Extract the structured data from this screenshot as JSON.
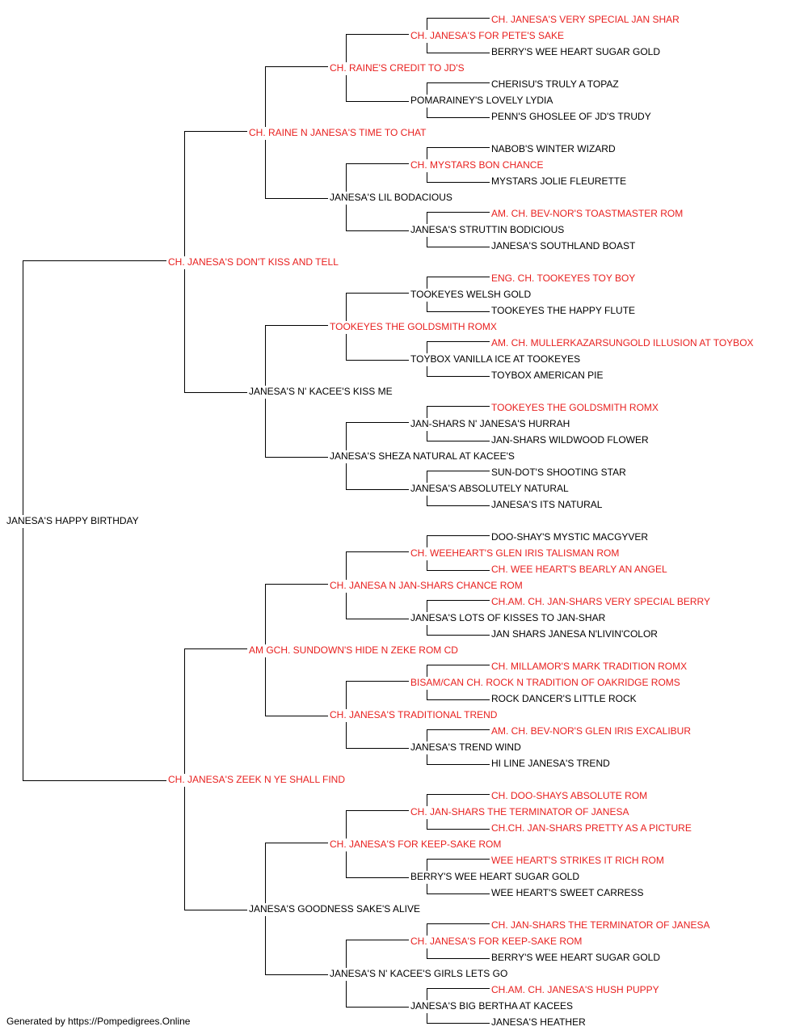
{
  "colors": {
    "champion": "#e8201f",
    "normal": "#000000",
    "line": "#000000"
  },
  "footer": "Generated by https://Pompedigrees.Online",
  "pedigree": {
    "name": "JANESA'S HAPPY BIRTHDAY",
    "ch": false,
    "sire": {
      "name": "CH. JANESA'S DON'T KISS AND TELL",
      "ch": true,
      "sire": {
        "name": "CH. RAINE N JANESA'S TIME TO CHAT",
        "ch": true,
        "sire": {
          "name": "CH. RAINE'S CREDIT TO JD'S",
          "ch": true,
          "sire": {
            "name": "CH. JANESA'S FOR PETE'S SAKE",
            "ch": true,
            "sire": {
              "name": "CH. JANESA'S VERY SPECIAL JAN SHAR",
              "ch": true
            },
            "dam": {
              "name": "BERRY'S WEE HEART SUGAR GOLD",
              "ch": false
            }
          },
          "dam": {
            "name": "POMARAINEY'S LOVELY LYDIA",
            "ch": false,
            "sire": {
              "name": "CHERISU'S TRULY A TOPAZ",
              "ch": false
            },
            "dam": {
              "name": "PENN'S GHOSLEE OF JD'S TRUDY",
              "ch": false
            }
          }
        },
        "dam": {
          "name": "JANESA'S LIL BODACIOUS",
          "ch": false,
          "sire": {
            "name": "CH. MYSTARS BON CHANCE",
            "ch": true,
            "sire": {
              "name": "NABOB'S WINTER WIZARD",
              "ch": false
            },
            "dam": {
              "name": "MYSTARS JOLIE FLEURETTE",
              "ch": false
            }
          },
          "dam": {
            "name": "JANESA'S STRUTTIN BODICIOUS",
            "ch": false,
            "sire": {
              "name": "AM. CH. BEV-NOR'S TOASTMASTER ROM",
              "ch": true
            },
            "dam": {
              "name": "JANESA'S SOUTHLAND BOAST",
              "ch": false
            }
          }
        }
      },
      "dam": {
        "name": "JANESA'S N' KACEE'S KISS ME",
        "ch": false,
        "sire": {
          "name": "TOOKEYES THE GOLDSMITH ROMX",
          "ch": true,
          "sire": {
            "name": "TOOKEYES WELSH GOLD",
            "ch": false,
            "sire": {
              "name": "ENG. CH. TOOKEYES TOY BOY",
              "ch": true
            },
            "dam": {
              "name": "TOOKEYES THE HAPPY FLUTE",
              "ch": false
            }
          },
          "dam": {
            "name": "TOYBOX VANILLA ICE AT TOOKEYES",
            "ch": false,
            "sire": {
              "name": "AM. CH. MULLERKAZARSUNGOLD ILLUSION AT TOYBOX",
              "ch": true
            },
            "dam": {
              "name": "TOYBOX AMERICAN PIE",
              "ch": false
            }
          }
        },
        "dam": {
          "name": "JANESA'S SHEZA NATURAL AT KACEE'S",
          "ch": false,
          "sire": {
            "name": "JAN-SHARS N' JANESA'S HURRAH",
            "ch": false,
            "sire": {
              "name": "TOOKEYES THE GOLDSMITH ROMX",
              "ch": true
            },
            "dam": {
              "name": "JAN-SHARS WILDWOOD FLOWER",
              "ch": false
            }
          },
          "dam": {
            "name": "JANESA'S ABSOLUTELY NATURAL",
            "ch": false,
            "sire": {
              "name": "SUN-DOT'S SHOOTING STAR",
              "ch": false
            },
            "dam": {
              "name": "JANESA'S ITS NATURAL",
              "ch": false
            }
          }
        }
      }
    },
    "dam": {
      "name": "CH. JANESA'S ZEEK N YE SHALL FIND",
      "ch": true,
      "sire": {
        "name": "AM GCH. SUNDOWN'S HIDE N ZEKE ROM CD",
        "ch": true,
        "sire": {
          "name": "CH. JANESA N JAN-SHARS CHANCE ROM",
          "ch": true,
          "sire": {
            "name": "CH. WEEHEART'S GLEN IRIS TALISMAN ROM",
            "ch": true,
            "sire": {
              "name": "DOO-SHAY'S MYSTIC MACGYVER",
              "ch": false
            },
            "dam": {
              "name": "CH. WEE HEART'S BEARLY AN ANGEL",
              "ch": true
            }
          },
          "dam": {
            "name": "JANESA'S LOTS OF KISSES TO JAN-SHAR",
            "ch": false,
            "sire": {
              "name": "CH.AM. CH. JAN-SHARS VERY SPECIAL BERRY",
              "ch": true
            },
            "dam": {
              "name": "JAN SHARS JANESA N'LIVIN'COLOR",
              "ch": false
            }
          }
        },
        "dam": {
          "name": "CH. JANESA'S TRADITIONAL TREND",
          "ch": true,
          "sire": {
            "name": "BISAM/CAN CH. ROCK N TRADITION OF OAKRIDGE ROMS",
            "ch": true,
            "sire": {
              "name": "CH. MILLAMOR'S MARK TRADITION ROMX",
              "ch": true
            },
            "dam": {
              "name": "ROCK DANCER'S LITTLE ROCK",
              "ch": false
            }
          },
          "dam": {
            "name": "JANESA'S TREND WIND",
            "ch": false,
            "sire": {
              "name": "AM. CH. BEV-NOR'S GLEN IRIS EXCALIBUR",
              "ch": true
            },
            "dam": {
              "name": "HI LINE JANESA'S TREND",
              "ch": false
            }
          }
        }
      },
      "dam": {
        "name": "JANESA'S GOODNESS SAKE'S ALIVE",
        "ch": false,
        "sire": {
          "name": "CH. JANESA'S FOR KEEP-SAKE ROM",
          "ch": true,
          "sire": {
            "name": "CH. JAN-SHARS THE TERMINATOR OF JANESA",
            "ch": true,
            "sire": {
              "name": "CH. DOO-SHAYS ABSOLUTE ROM",
              "ch": true
            },
            "dam": {
              "name": "CH.CH. JAN-SHARS PRETTY AS A PICTURE",
              "ch": true
            }
          },
          "dam": {
            "name": "BERRY'S WEE HEART SUGAR GOLD",
            "ch": false,
            "sire": {
              "name": "WEE HEART'S STRIKES IT RICH ROM",
              "ch": true
            },
            "dam": {
              "name": "WEE HEART'S SWEET CARRESS",
              "ch": false
            }
          }
        },
        "dam": {
          "name": "JANESA'S N' KACEE'S GIRLS LETS GO",
          "ch": false,
          "sire": {
            "name": "CH. JANESA'S FOR KEEP-SAKE ROM",
            "ch": true,
            "sire": {
              "name": "CH. JAN-SHARS THE TERMINATOR OF JANESA",
              "ch": true
            },
            "dam": {
              "name": "BERRY'S WEE HEART SUGAR GOLD",
              "ch": false
            }
          },
          "dam": {
            "name": "JANESA'S BIG BERTHA AT KACEES",
            "ch": false,
            "sire": {
              "name": "CH.AM. CH. JANESA'S HUSH PUPPY",
              "ch": true
            },
            "dam": {
              "name": "JANESA'S HEATHER",
              "ch": false
            }
          }
        }
      }
    }
  }
}
